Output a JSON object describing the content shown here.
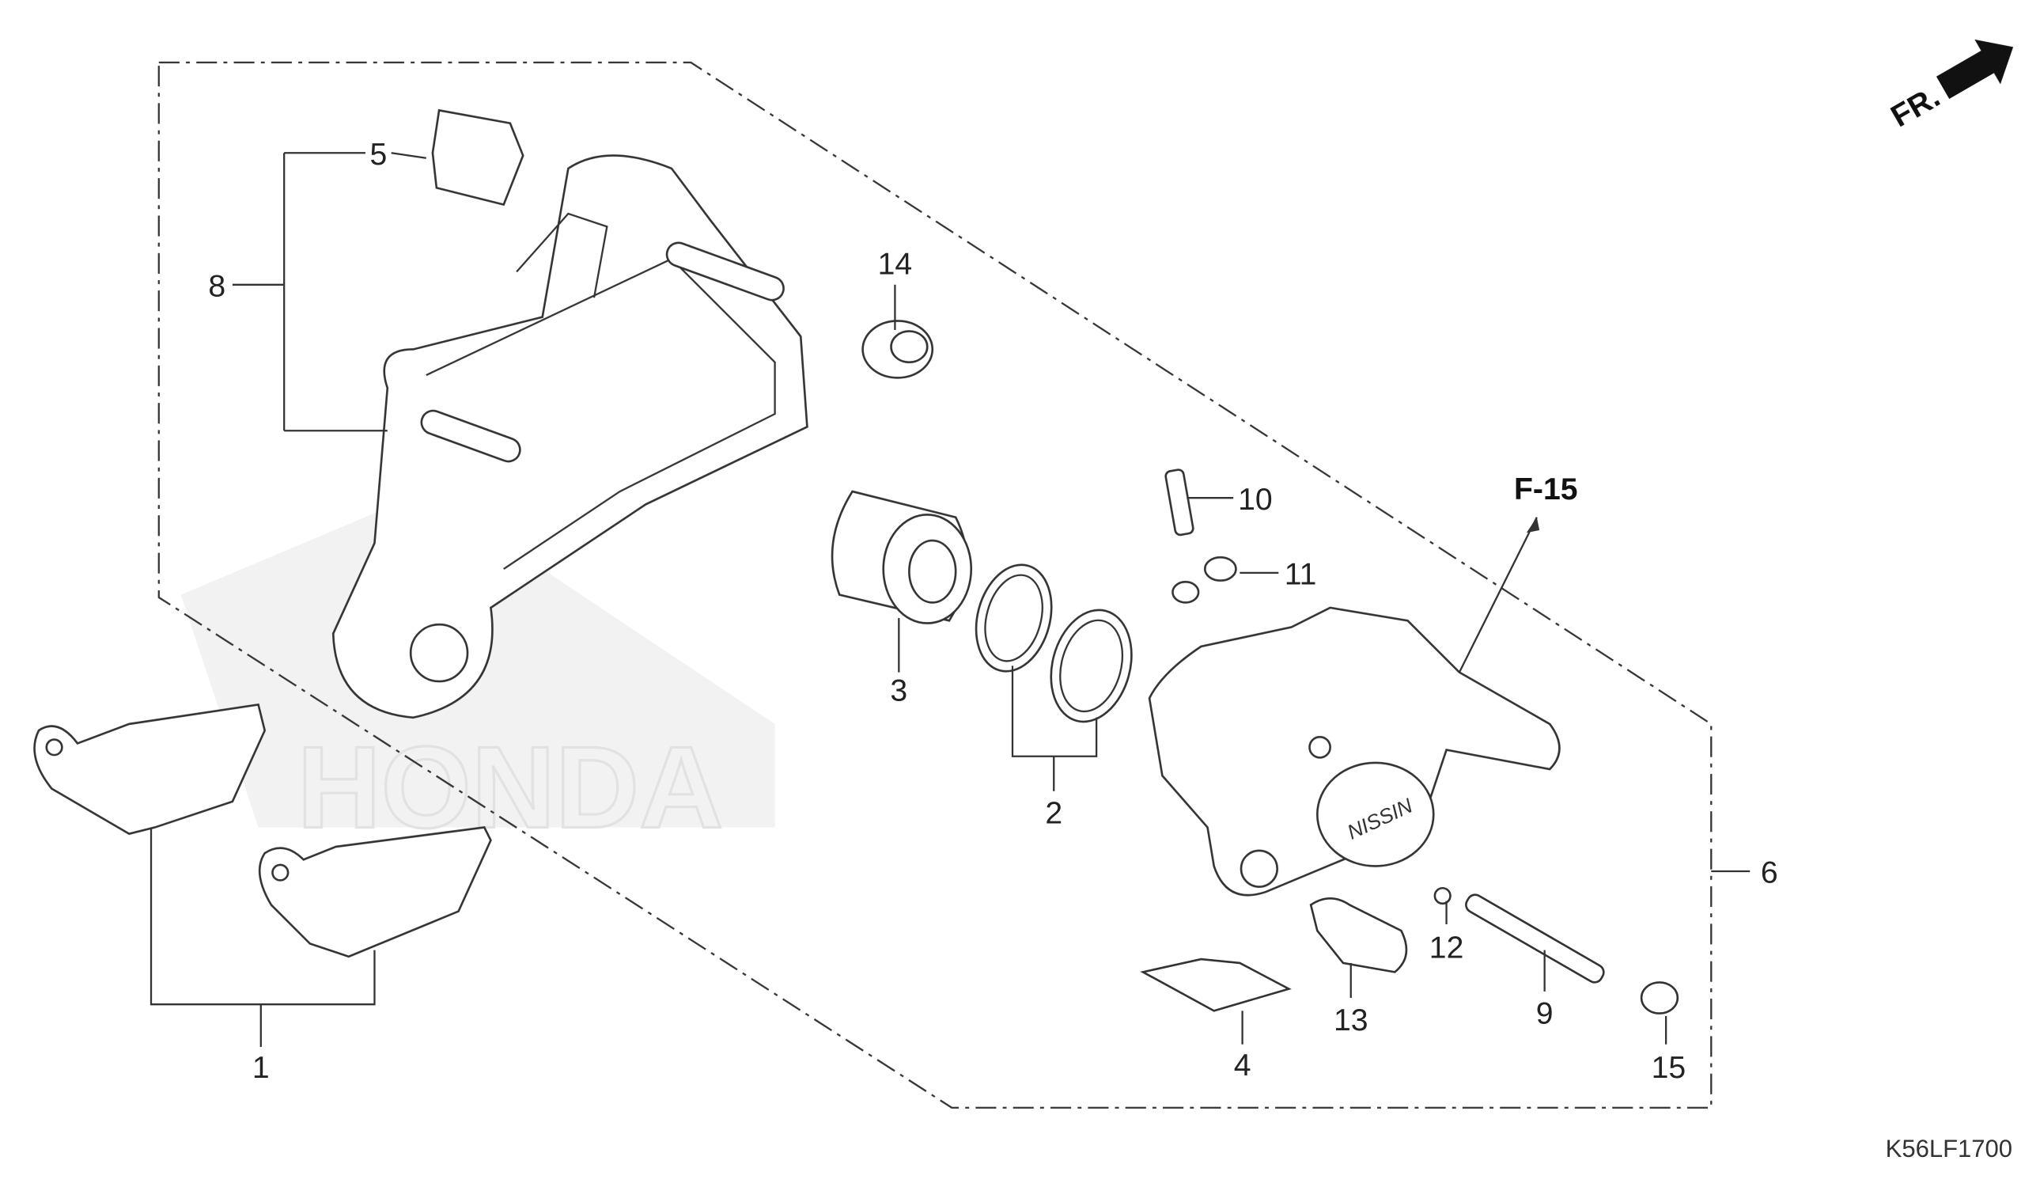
{
  "diagram": {
    "direction_label": "FR.",
    "reference_label": "F-15",
    "diagram_code": "K56LF1700",
    "watermark": "HONDA",
    "callouts": {
      "c1": "1",
      "c2": "2",
      "c3": "3",
      "c4": "4",
      "c5": "5",
      "c6": "6",
      "c8": "8",
      "c9": "9",
      "c10": "10",
      "c11": "11",
      "c12": "12",
      "c13": "13",
      "c14": "14",
      "c15": "15"
    },
    "caliper_brand": "NISSIN"
  }
}
